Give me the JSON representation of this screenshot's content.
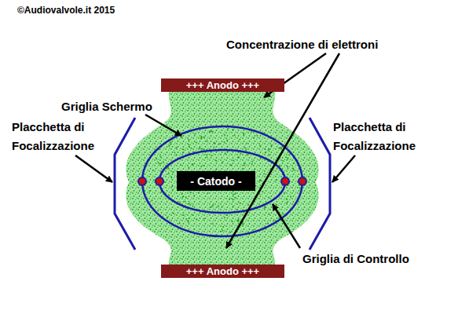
{
  "diagram": {
    "nodes": [
      {
        "text": [
          "+++ Anodo +++"
        ]
      },
      {
        "text": [
          "- Catodo -"
        ]
      },
      {
        "text": [
          "+++ Anodo +++"
        ]
      }
    ],
    "labels": [
      "©Audiovalvole.it 2015",
      "Concentrazione di elettroni",
      "Griglia Schermo",
      "Placchetta di Focalizzazione",
      "Placchetta di Focalizzazione",
      "Griglia di Controllo"
    ]
  }
}
